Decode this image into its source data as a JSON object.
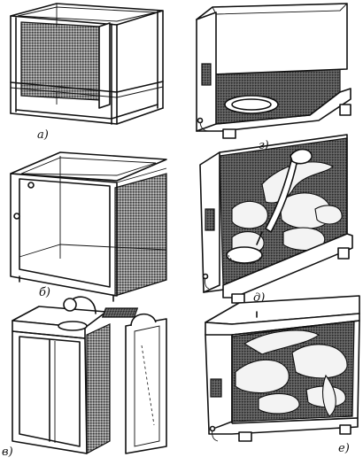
{
  "figure": {
    "labels": {
      "a": "а)",
      "b": "б)",
      "v": "в)",
      "g": "г)",
      "d": "д)",
      "e": "е)"
    }
  }
}
